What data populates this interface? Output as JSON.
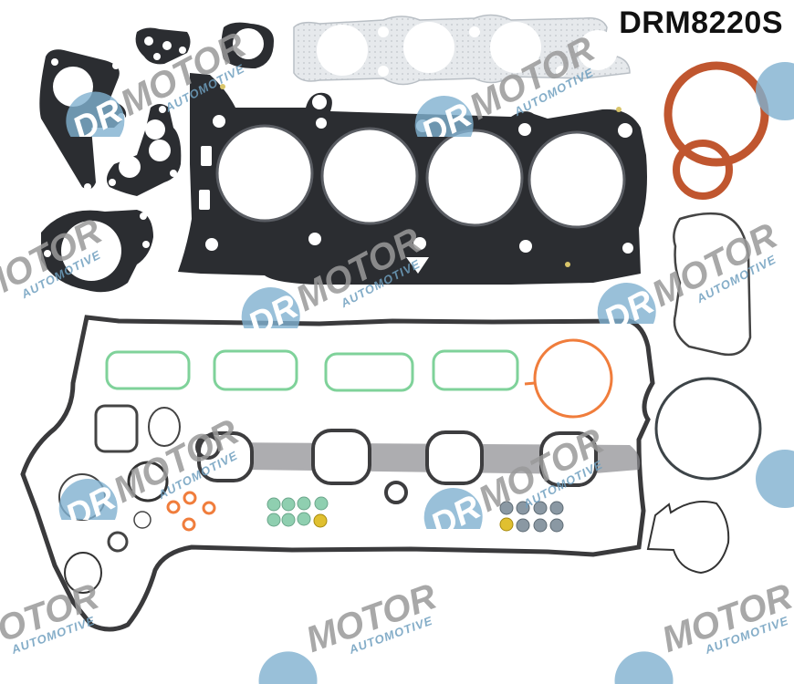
{
  "product": {
    "part_code": "DRM8220S",
    "description_icon": "engine-gasket-set"
  },
  "watermark": {
    "brand": "MOTOR",
    "prefix": "DR",
    "tagline": "AUTOMOTIVE",
    "registered": "®",
    "circle_color": "#7fb0cf",
    "text_color": "#9a9a9a",
    "tagline_color": "#6f9fbf"
  },
  "colors": {
    "metal_gasket": "#2b2d31",
    "exhaust_gasket": "#dfe3e6",
    "oil_seal": "#c0562f",
    "green_seal": "#7fd29a",
    "orange_ring": "#f07d3c",
    "o_ring": "#3b3b3b",
    "valve_seal": "#8a98a3",
    "valve_seal_green": "#8fcfb0",
    "yellow_cap": "#e0c030"
  },
  "components": [
    {
      "name": "cylinder-head-gasket"
    },
    {
      "name": "exhaust-manifold-gasket"
    },
    {
      "name": "crankshaft-oil-seal-large"
    },
    {
      "name": "crankshaft-oil-seal-small"
    },
    {
      "name": "valve-cover-gasket"
    },
    {
      "name": "intake-port-seals"
    },
    {
      "name": "throttle-body-seal"
    },
    {
      "name": "intake-manifold-gasket"
    },
    {
      "name": "valve-stem-seals"
    },
    {
      "name": "injector-o-rings"
    },
    {
      "name": "misc-o-rings"
    },
    {
      "name": "timing-cover-seal"
    },
    {
      "name": "water-pump-gasket"
    }
  ]
}
